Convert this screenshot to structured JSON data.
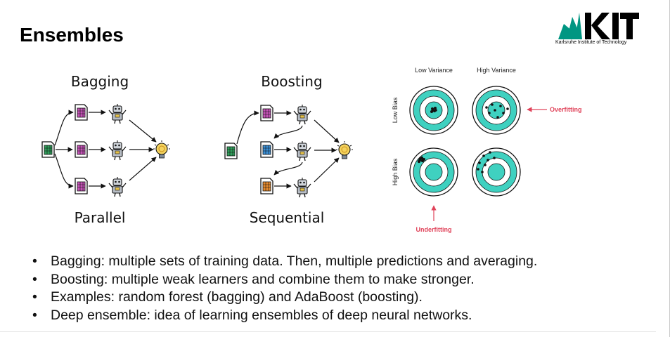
{
  "slide": {
    "title": "Ensembles"
  },
  "logo": {
    "text": "KIT",
    "subtitle": "Karlsruhe Institute of Technology",
    "color": "#009682"
  },
  "diagram": {
    "bagging_title": "Bagging",
    "bagging_caption": "Parallel",
    "boosting_title": "Boosting",
    "boosting_caption": "Sequential"
  },
  "targets": {
    "col_low_variance": "Low Variance",
    "col_high_variance": "High Variance",
    "row_low_bias": "Low Bias",
    "row_high_bias": "High Bias",
    "overfitting": "Overfitting",
    "underfitting": "Underfitting",
    "ring_color": "#3fd1c0"
  },
  "bullets": [
    "Bagging: multiple sets of training data. Then, multiple predictions and averaging.",
    "Boosting: multiple weak learners and combine them to make stronger.",
    "Examples: random forest (bagging) and AdaBoost (boosting).",
    "Deep ensemble: idea of learning ensembles of deep neural networks."
  ]
}
